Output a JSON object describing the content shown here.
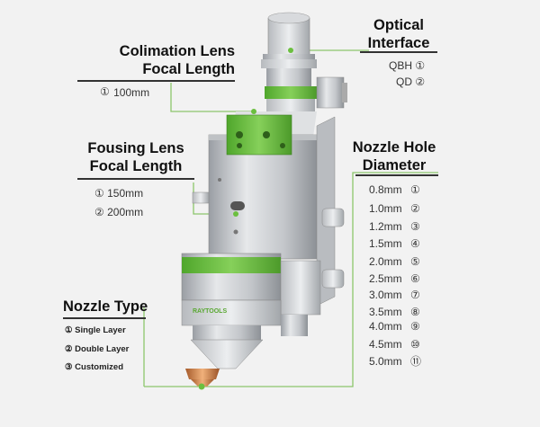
{
  "colimation": {
    "title_line1": "Colimation Lens",
    "title_line2": "Focal Length",
    "options": [
      {
        "num": "①",
        "text": "100mm"
      }
    ]
  },
  "focusing": {
    "title_line1": "Fousing Lens",
    "title_line2": "Focal Length",
    "options": [
      {
        "num": "①",
        "text": "150mm"
      },
      {
        "num": "②",
        "text": "200mm"
      }
    ]
  },
  "nozzle_type": {
    "title": "Nozzle Type",
    "options": [
      {
        "num": "①",
        "text": "Single Layer"
      },
      {
        "num": "②",
        "text": "Double Layer"
      },
      {
        "num": "③",
        "text": "Customized"
      }
    ]
  },
  "optical": {
    "title_line1": "Optical",
    "title_line2": "Interface",
    "options": [
      {
        "text": "QBH",
        "num": "①"
      },
      {
        "text": "QD",
        "num": "②"
      }
    ]
  },
  "nozzle_hole": {
    "title_line1": "Nozzle Hole",
    "title_line2": "Diameter",
    "options": [
      {
        "text": "0.8mm",
        "num": "①"
      },
      {
        "text": "1.0mm",
        "num": "②"
      },
      {
        "text": "1.2mm",
        "num": "③"
      },
      {
        "text": "1.5mm",
        "num": "④"
      },
      {
        "text": "2.0mm",
        "num": "⑤"
      },
      {
        "text": "2.5mm",
        "num": "⑥"
      },
      {
        "text": "3.0mm",
        "num": "⑦"
      },
      {
        "text": "3.5mm",
        "num": "⑧"
      },
      {
        "text": "4.0mm",
        "num": "⑨"
      },
      {
        "text": "4.5mm",
        "num": "⑩"
      },
      {
        "text": "5.0mm",
        "num": "⑪"
      }
    ]
  },
  "product": {
    "brand_label": "RAYTOOLS"
  },
  "colors": {
    "accent_green": "#6bbf3f",
    "metal": "#c9ccd0",
    "leader_line": "#8cc66b"
  }
}
